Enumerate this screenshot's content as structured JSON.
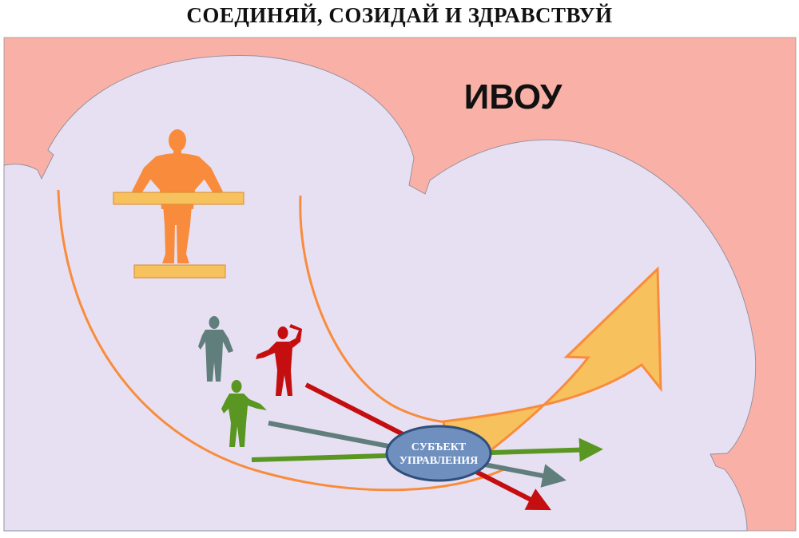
{
  "title": "СОЕДИНЯЙ, СОЗИДАЙ И ЗДРАВСТВУЙ",
  "label_ivou": "ИВОУ",
  "subject": {
    "line1": "СУБЪЕКТ",
    "line2": "УПРАВЛЕНИЯ"
  },
  "colors": {
    "outer_field": "#f9b0a6",
    "inner_field": "#e7e0f2",
    "curve": "#f98c3c",
    "figure_leader": "#f98c3c",
    "platform": "#f7c15e",
    "big_arrow": "#f7c15e",
    "figure_gray": "#5f7e7c",
    "figure_red": "#c40e0f",
    "figure_green": "#5a9622",
    "subject_ellipse": "#6f8fbf"
  }
}
